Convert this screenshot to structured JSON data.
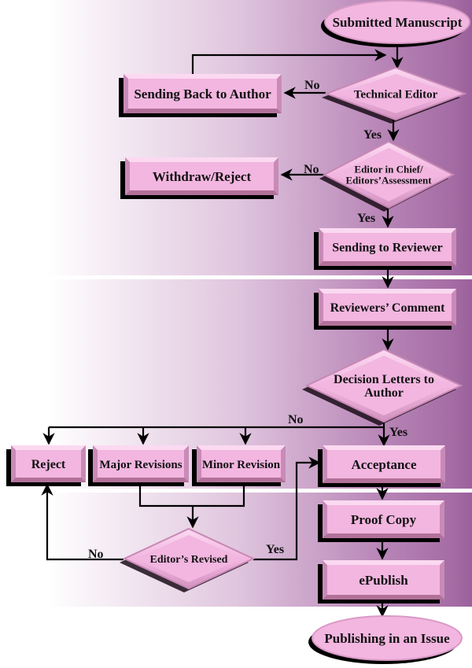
{
  "colors": {
    "node_fill": "#f2b6e0",
    "node_highlight": "#fbd9f1",
    "node_shade": "#c07aa8",
    "background_start": "#ffffff",
    "background_end": "#a46ca4",
    "connector": "#000000"
  },
  "nodes": {
    "submitted": "Submitted Manuscript",
    "technical_editor": "Technical Editor",
    "send_back": "Sending Back to Author",
    "editor_chief_line1": "Editor in Chief/",
    "editor_chief_line2": "Editors’Assessment",
    "withdraw": "Withdraw/Reject",
    "send_reviewer": "Sending to Reviewer",
    "reviewers_comment": "Reviewers’ Comment",
    "decision_line1": "Decision Letters to",
    "decision_line2": "Author",
    "reject": "Reject",
    "major": "Major Revisions",
    "minor": "Minor Revision",
    "acceptance": "Acceptance",
    "editors_revised": "Editor’s Revised",
    "proof": "Proof Copy",
    "epublish": "ePublish",
    "publishing": "Publishing in an Issue"
  },
  "edge_labels": {
    "tech_no": "No",
    "tech_yes": "Yes",
    "chief_no": "No",
    "chief_yes": "Yes",
    "decision_no": "No",
    "decision_yes": "Yes",
    "revised_no": "No",
    "revised_yes": "Yes"
  }
}
